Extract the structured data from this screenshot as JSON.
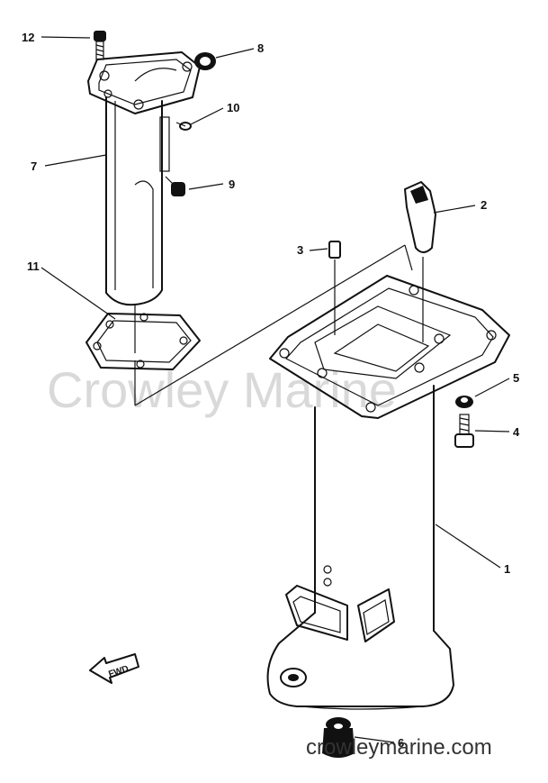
{
  "watermark": "Crowley Marine",
  "footer": "crowleymarine.com",
  "fwd_label": "FWD",
  "callouts": [
    {
      "id": "1",
      "text": "1"
    },
    {
      "id": "2",
      "text": "2"
    },
    {
      "id": "3",
      "text": "3"
    },
    {
      "id": "4",
      "text": "4"
    },
    {
      "id": "5",
      "text": "5"
    },
    {
      "id": "6",
      "text": "6"
    },
    {
      "id": "7",
      "text": "7"
    },
    {
      "id": "8",
      "text": "8"
    },
    {
      "id": "9",
      "text": "9"
    },
    {
      "id": "10",
      "text": "10"
    },
    {
      "id": "11",
      "text": "11"
    },
    {
      "id": "12",
      "text": "12"
    }
  ]
}
